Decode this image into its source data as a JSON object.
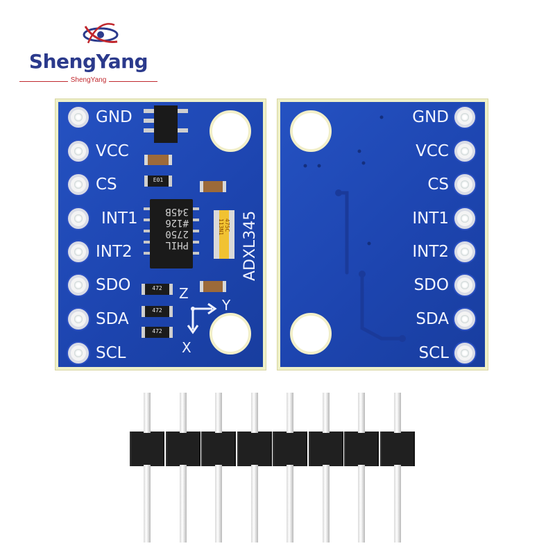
{
  "brand": {
    "name": "ShengYang",
    "subtitle": "ShengYang",
    "colors": {
      "name": "#2b3a8c",
      "accent": "#c0272d"
    },
    "icon": "eye-orbit-logo-icon"
  },
  "front": {
    "pins": [
      "GND",
      "VCC",
      "CS",
      "INT1",
      "INT2",
      "SDO",
      "SDA",
      "SCL"
    ],
    "chip_label": "ADXL345",
    "ic_markings": [
      "PHIL",
      "2750",
      "#126",
      "345B"
    ],
    "capacitor_markings": [
      "475C",
      "113N1"
    ],
    "resistor_markings": [
      "E01",
      "472",
      "472",
      "472"
    ],
    "axes": {
      "z": "Z",
      "y": "Y",
      "x": "X"
    }
  },
  "back": {
    "pins": [
      "GND",
      "VCC",
      "CS",
      "INT1",
      "INT2",
      "SDO",
      "SDA",
      "SCL"
    ]
  },
  "header": {
    "pin_count": 8
  },
  "colors": {
    "pcb": "#1f46b4",
    "pad": "#f4f4f4",
    "header_housing": "#202020"
  }
}
